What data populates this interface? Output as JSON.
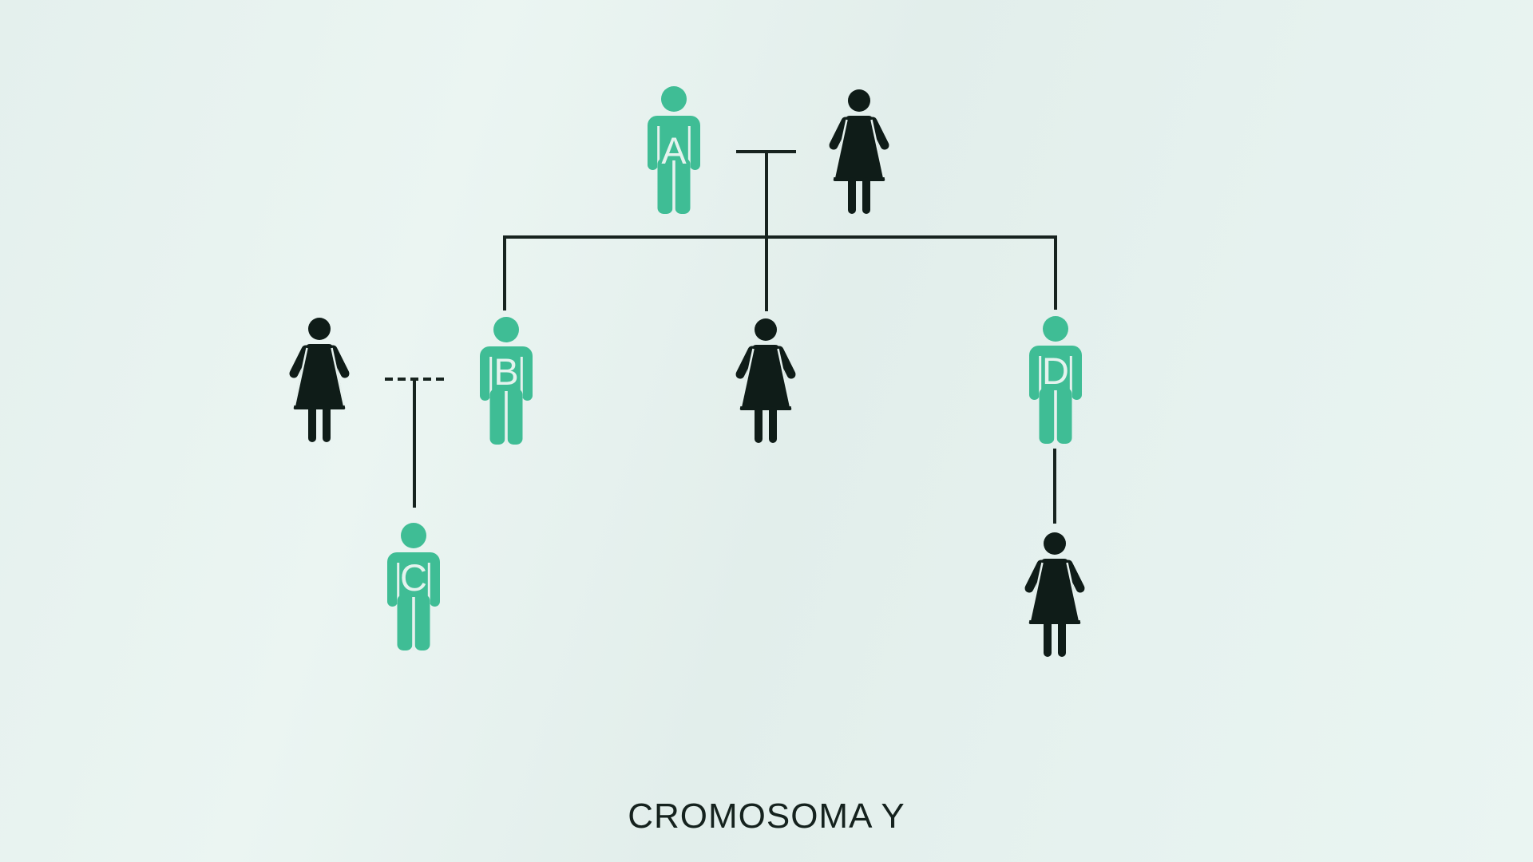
{
  "title": {
    "text": "CROMOSOMA Y"
  },
  "colors": {
    "affected": "#3fbd95",
    "unaffected": "#0f1c18",
    "line": "#17231f",
    "label": "#e4f3ee",
    "ink": "#15221e",
    "background": "#e6f1ee"
  },
  "pedigree": {
    "type": "family-tree",
    "persons": {
      "father": {
        "label": "A",
        "sex": "male",
        "color": "teal"
      },
      "mother": {
        "label": "",
        "sex": "female",
        "color": "dark"
      },
      "son_b": {
        "label": "B",
        "sex": "male",
        "color": "teal"
      },
      "middle_daughter": {
        "label": "",
        "sex": "female",
        "color": "dark"
      },
      "son_d": {
        "label": "D",
        "sex": "male",
        "color": "teal"
      },
      "partner_of_b": {
        "label": "",
        "sex": "female",
        "color": "dark"
      },
      "son_c": {
        "label": "C",
        "sex": "male",
        "color": "teal"
      },
      "daughter_of_d": {
        "label": "",
        "sex": "female",
        "color": "dark"
      }
    },
    "relations": [
      "father(A) + mother -> son_b(B), middle_daughter, son_d(D)",
      "son_b(B) + partner_of_b (dashed union) -> son_c(C)",
      "son_d(D) -> daughter_of_d"
    ]
  }
}
